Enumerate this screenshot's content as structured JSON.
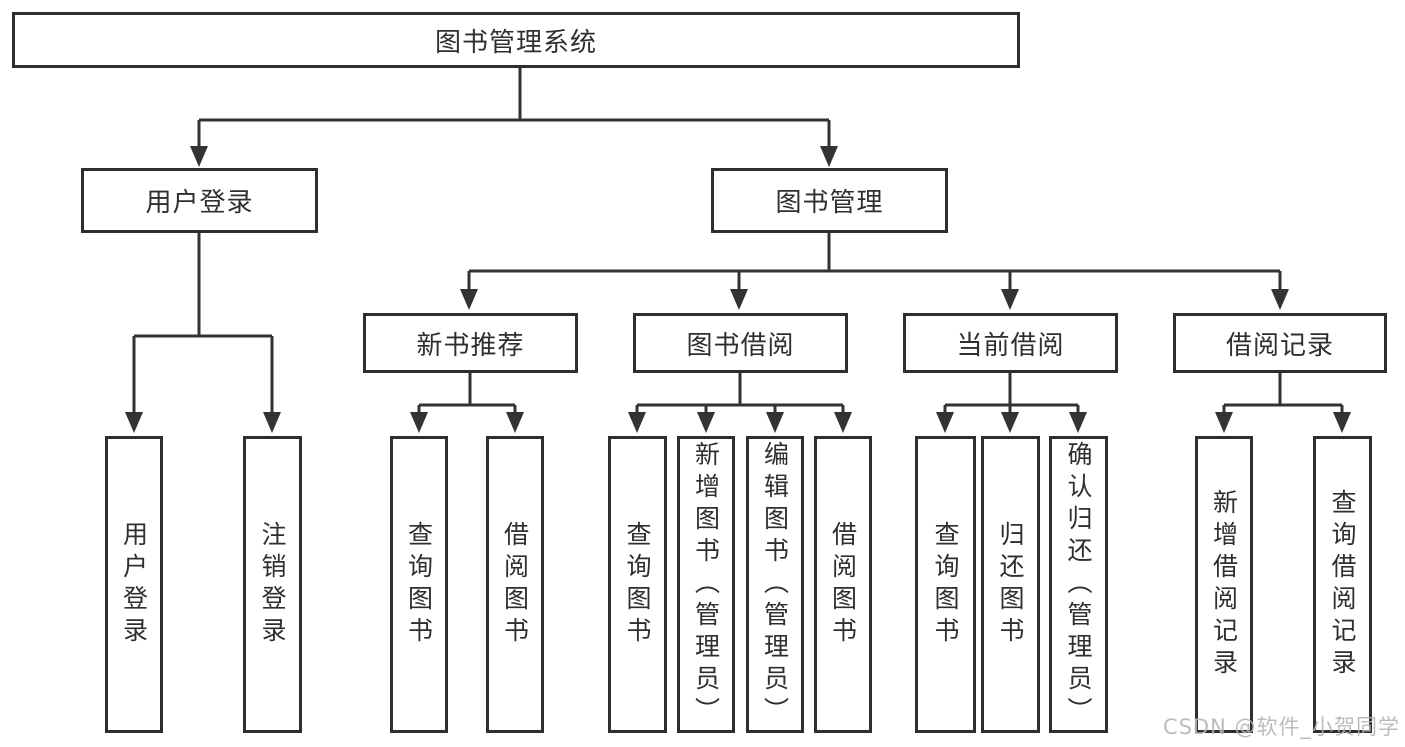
{
  "title": "图书管理系统",
  "tree": {
    "root": {
      "label": "图书管理系统"
    },
    "branches": [
      {
        "label": "用户登录",
        "children": [
          {
            "label": "用户登录"
          },
          {
            "label": "注销登录"
          }
        ]
      },
      {
        "label": "图书管理",
        "children": [
          {
            "label": "新书推荐",
            "children": [
              {
                "label": "查询图书"
              },
              {
                "label": "借阅图书"
              }
            ]
          },
          {
            "label": "图书借阅",
            "children": [
              {
                "label": "查询图书"
              },
              {
                "label": "新增图书（管理员）"
              },
              {
                "label": "编辑图书（管理员）"
              },
              {
                "label": "借阅图书"
              }
            ]
          },
          {
            "label": "当前借阅",
            "children": [
              {
                "label": "查询图书"
              },
              {
                "label": "归还图书"
              },
              {
                "label": "确认归还（管理员）"
              }
            ]
          },
          {
            "label": "借阅记录",
            "children": [
              {
                "label": "新增借阅记录"
              },
              {
                "label": "查询借阅记录"
              }
            ]
          }
        ]
      }
    ]
  },
  "watermark": {
    "text": "CSDN @软件_小贺同学"
  },
  "colors": {
    "node_border": "#2e2e2e",
    "connector": "#333333",
    "text": "#2f2f2f",
    "watermark": "#b5b5b5",
    "background": "#ffffff"
  }
}
